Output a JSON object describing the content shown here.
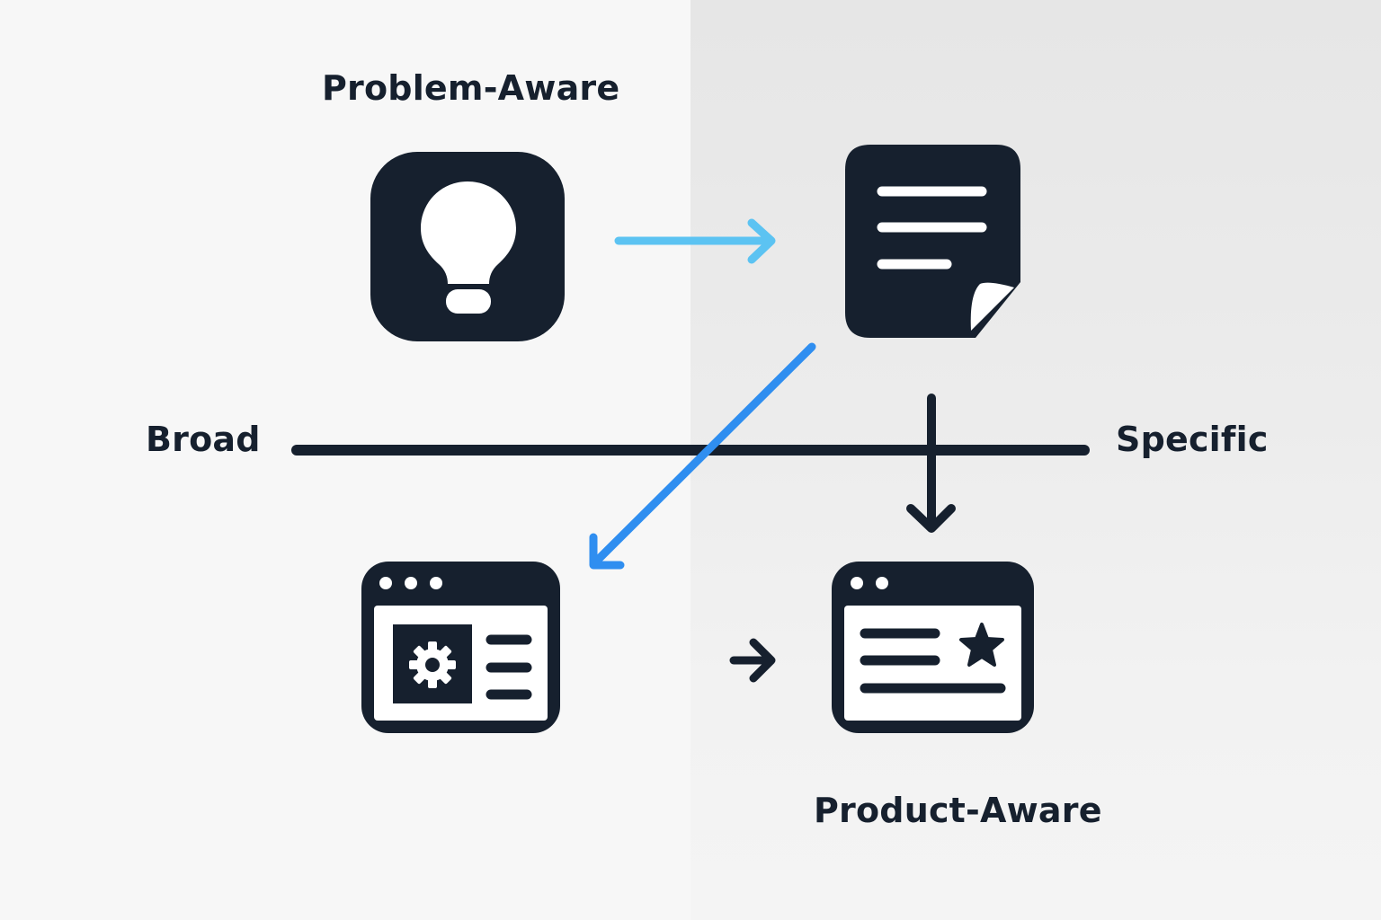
{
  "labels": {
    "problem_aware": "Problem-Aware",
    "broad": "Broad",
    "specific": "Specific",
    "product_aware": "Product-Aware"
  },
  "colors": {
    "ink": "#16202e",
    "arrow_light_blue": "#5cc3f2",
    "arrow_blue": "#2f8ef0",
    "background_left": "#f7f7f7",
    "background_right": "#e6e6e6"
  },
  "icons": {
    "top_left": "lightbulb-icon",
    "top_right": "document-icon",
    "bottom_left": "browser-settings-icon",
    "bottom_right": "browser-featured-icon"
  }
}
